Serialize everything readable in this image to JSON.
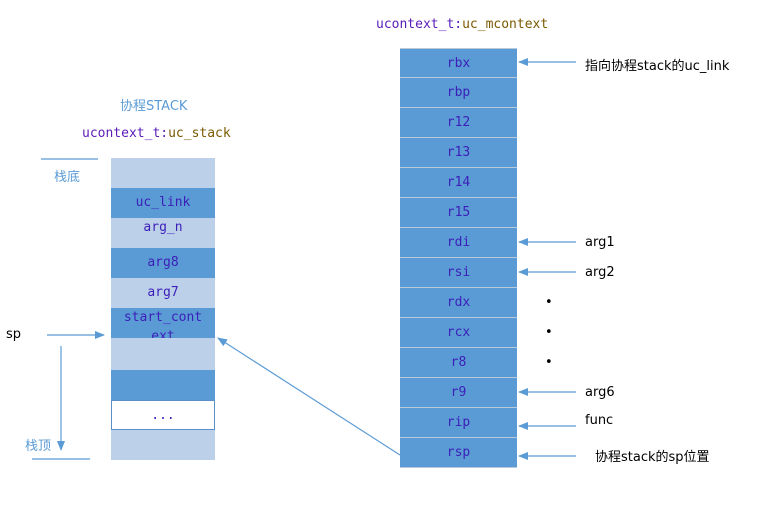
{
  "left_stack": {
    "title": "协程STACK",
    "type_label": "ucontext_t:",
    "field_label": "uc_stack",
    "bottom_label": "栈底",
    "top_label": "栈顶",
    "sp_label": "sp",
    "cells": [
      {
        "label": "",
        "style": "light"
      },
      {
        "label": "uc_link",
        "style": "dark"
      },
      {
        "label": "arg_n\n…",
        "style": "light"
      },
      {
        "label": "arg8",
        "style": "dark"
      },
      {
        "label": "arg7",
        "style": "light"
      },
      {
        "label": "start_cont\next",
        "style": "dark"
      },
      {
        "label": "",
        "style": "light"
      },
      {
        "label": "",
        "style": "dark"
      },
      {
        "label": "...",
        "style": "white"
      },
      {
        "label": "",
        "style": "light"
      }
    ]
  },
  "right_context": {
    "type_label": "ucontext_t:",
    "field_label": "uc_mcontext",
    "registers": [
      "rbx",
      "rbp",
      "r12",
      "r13",
      "r14",
      "r15",
      "rdi",
      "rsi",
      "rdx",
      "rcx",
      "r8",
      "r9",
      "rip",
      "rsp"
    ],
    "annotations": {
      "rbx": "指向协程stack的uc_link",
      "rdi": "arg1",
      "rsi": "arg2",
      "rdx": "•",
      "rcx": "•",
      "r8": "•",
      "r9": "arg6",
      "rip": "func",
      "rsp": "协程stack的sp位置"
    }
  },
  "colors": {
    "accent_blue": "#5b9bd5",
    "light_blue": "#bdd0e9",
    "text_purple": "#3b1fb8"
  }
}
